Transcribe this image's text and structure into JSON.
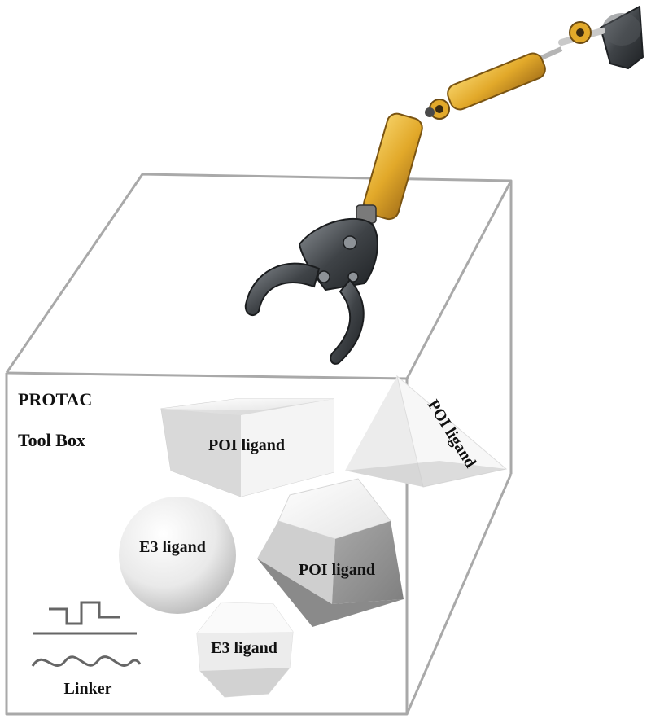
{
  "title": {
    "line1": "PROTAC",
    "line2": "Tool Box"
  },
  "shapes": {
    "box_label": "POI ligand",
    "pyramid_label": "POI ligand",
    "sphere_label": "E3 ligand",
    "tilted_box_label": "POI ligand",
    "polyhedron_label": "E3 ligand"
  },
  "linker": {
    "label": "Linker"
  },
  "colors": {
    "box_edge": "#a9a9a9",
    "arm_yellow": "#e2a92a",
    "claw_metal": "#3f4347",
    "shape_white": "#f2f2f2",
    "shape_shadow": "#9a9a9a",
    "text": "#111111"
  }
}
